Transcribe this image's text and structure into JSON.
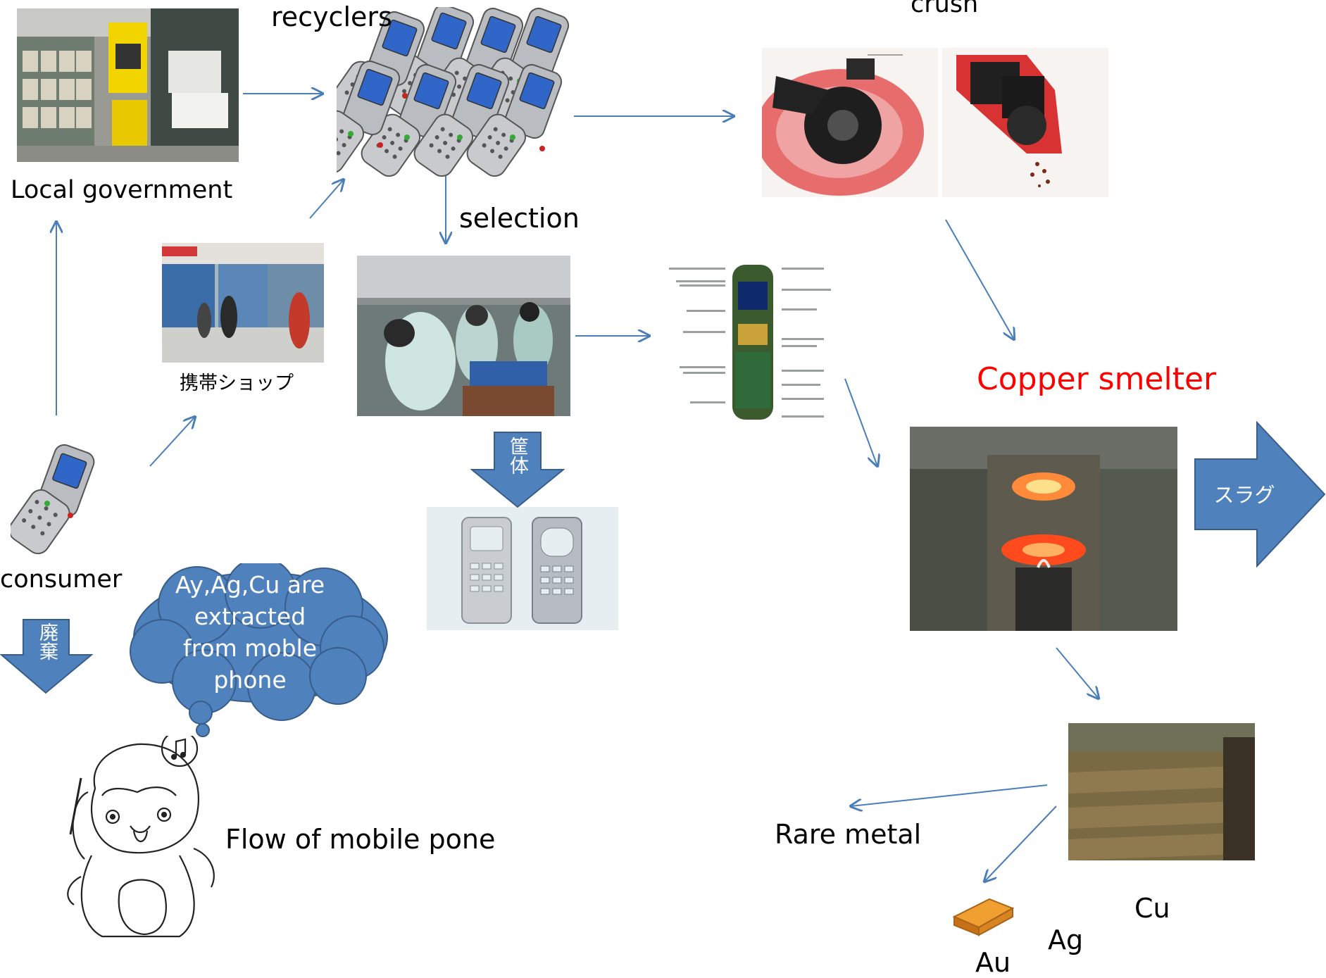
{
  "labels": {
    "recyclers": "recyclers",
    "crush": "crush",
    "local_government": "Local government",
    "selection": "selection",
    "keitai_shop": "携帯ショップ",
    "consumer": "consumer",
    "copper_smelter": "Copper smelter",
    "flow_title": "Flow of mobile pone",
    "rare_metal": "Rare metal",
    "au": "Au",
    "ag": "Ag",
    "cu": "Cu"
  },
  "block_arrows": {
    "haiki": "廃棄",
    "kyotai": "筐体",
    "slag": "スラグ"
  },
  "thought_bubble": {
    "text_lines": [
      "Ay,Ag,Cu are",
      "extracted",
      "from moble",
      "phone"
    ]
  },
  "colors": {
    "arrow_line": "#4a7ebb",
    "block_arrow_fill": "#4f81bd",
    "block_arrow_stroke": "#385d8a",
    "smelter_label": "#ff0000",
    "text": "#000000"
  }
}
